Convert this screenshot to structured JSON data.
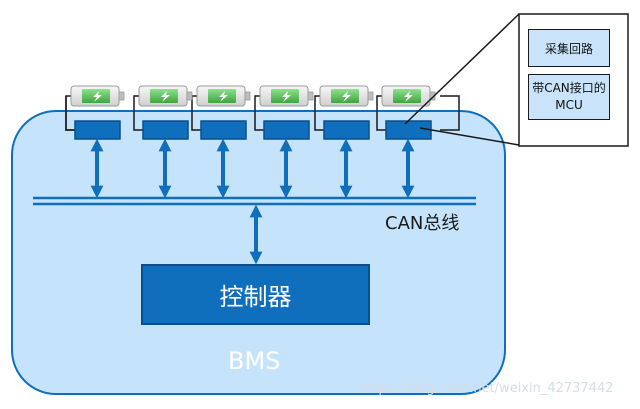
{
  "diagram": {
    "bus_label": "CAN总线",
    "controller_label": "控制器",
    "system_label": "BMS",
    "callout": {
      "item1": "采集回路",
      "item2": "带CAN接口的MCU"
    },
    "watermark": "https://blog.csdn.net/weixin_42737442",
    "colors": {
      "bms_fill": "#c5e3fb",
      "module_fill": "#0f6fbd",
      "arrow": "#0f6fbd",
      "battery_fill": "#5bbf5b"
    }
  }
}
